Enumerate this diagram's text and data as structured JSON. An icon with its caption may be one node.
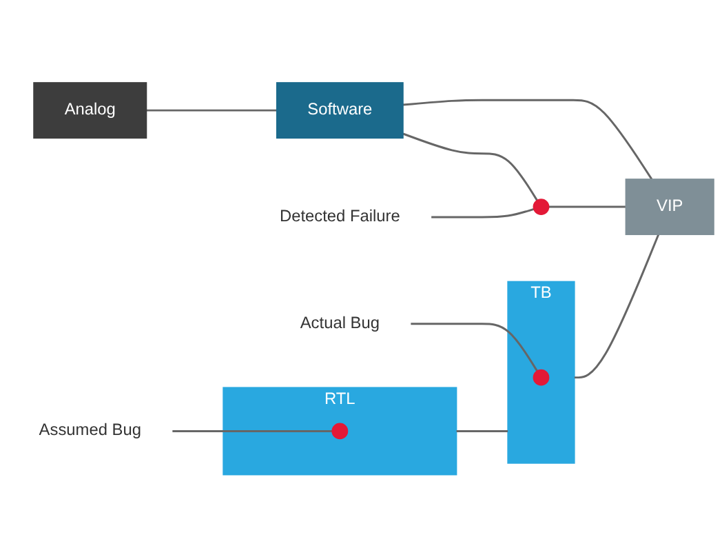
{
  "diagram": {
    "nodes": [
      {
        "text": [
          "Assumed Bug"
        ]
      },
      {
        "text": [
          "RTL"
        ]
      },
      {
        "text": [],
        "shape": "circle",
        "in": 1
      },
      {
        "text": [
          "Analog"
        ]
      },
      {
        "text": [
          "Software"
        ]
      },
      {
        "text": [
          "Detected Failure"
        ]
      },
      {
        "text": [],
        "shape": "circle"
      },
      {
        "text": [
          "TB"
        ]
      },
      {
        "text": [],
        "shape": "circle",
        "in": 7
      },
      {
        "text": [
          "VIP"
        ]
      },
      {
        "text": [
          "Actual Bug"
        ]
      }
    ],
    "edges": [
      {
        "from": 0,
        "to": 2,
        "arrow": "none"
      },
      {
        "from": 3,
        "to": 4,
        "arrow": "none"
      },
      {
        "from": 1,
        "to": 7,
        "arrow": "none"
      },
      {
        "from": 4,
        "to": 9,
        "arrow": "none"
      },
      {
        "from": 7,
        "to": 9,
        "arrow": "none"
      },
      {
        "from": 4,
        "to": 6,
        "arrow": "none"
      },
      {
        "from": 6,
        "to": 9,
        "arrow": "none"
      },
      {
        "from": 5,
        "to": 6,
        "arrow": "none"
      },
      {
        "from": 10,
        "to": 8,
        "arrow": "none"
      }
    ]
  }
}
